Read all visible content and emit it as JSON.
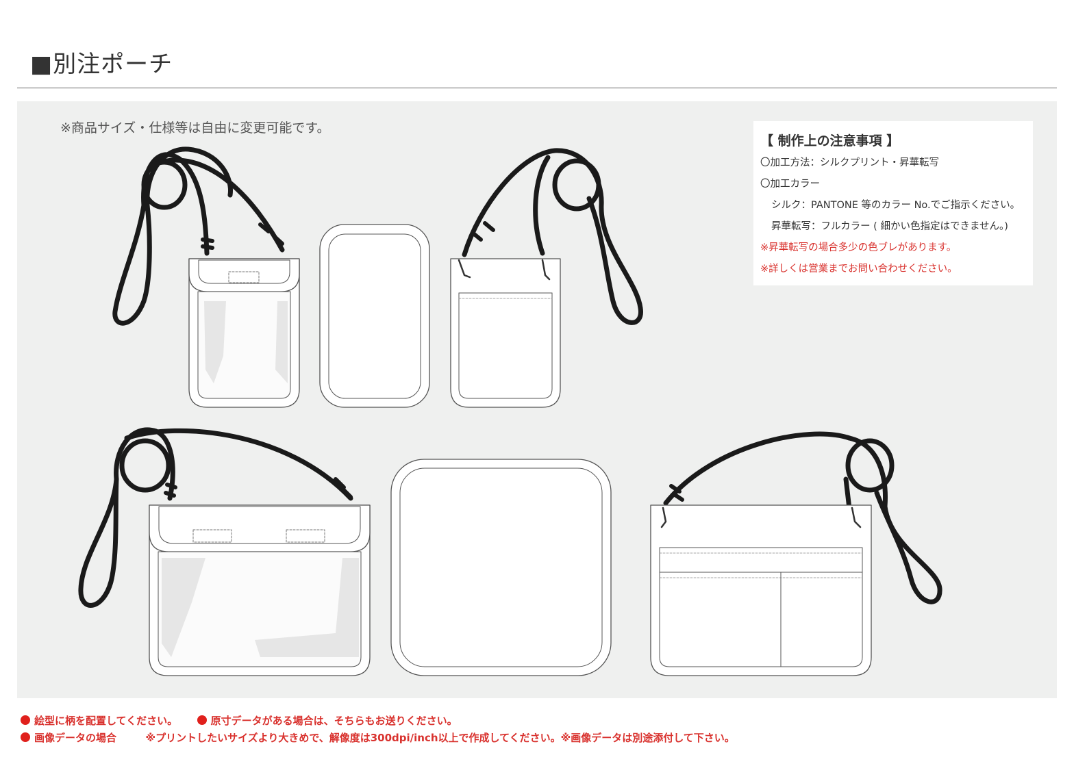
{
  "header": {
    "title": "■別注ポーチ"
  },
  "note": "※商品サイズ・仕様等は自由に変更可能です。",
  "notice": {
    "title": "【 制作上の注意事項 】",
    "lines": [
      "〇加工方法：シルクプリント・昇華転写",
      "〇加工カラー",
      "シルク：PANTONE 等のカラー No.でご指示ください。",
      "昇華転写：フルカラー ( 細かい色指定はできません。)",
      "※昇華転写の場合多少の色ブレがあります。",
      "※詳しくは営業までお問い合わせください。"
    ]
  },
  "footer": {
    "line1_a": "絵型に柄を配置してください。",
    "line1_b": "原寸データがある場合は、そちらもお送りください。",
    "line2_label": "画像データの場合",
    "line2_text": "※プリントしたいサイズより大きめで、解像度は300dpi/inch以上で作成してください。※画像データは別途添付して下さい。"
  },
  "colors": {
    "panel": "#eff0ef",
    "accent_red": "#d9322e",
    "strap": "#1a1a1a",
    "outline": "#555555"
  },
  "icons": [
    "bullet-dot-icon"
  ]
}
